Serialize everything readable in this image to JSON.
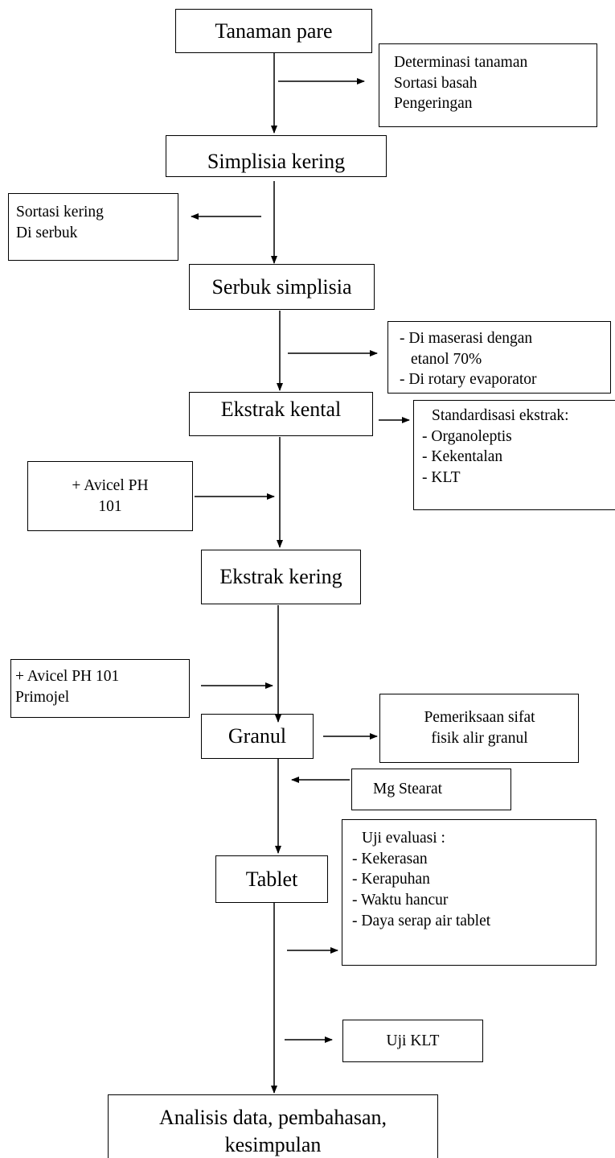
{
  "diagram": {
    "main_steps": {
      "tanaman_pare": "Tanaman pare",
      "simplisia_kering": "Simplisia kering",
      "serbuk_simplisia": "Serbuk simplisia",
      "ekstrak_kental": "Ekstrak kental",
      "ekstrak_kering": "Ekstrak kering",
      "granul": "Granul",
      "tablet": "Tablet",
      "analisis": [
        "Analisis data, pembahasan,",
        "kesimpulan"
      ]
    },
    "side_notes": {
      "determinasi": [
        "Determinasi tanaman",
        "Sortasi basah",
        "Pengeringan"
      ],
      "sortasi_kering": [
        "Sortasi kering",
        "Di serbuk"
      ],
      "maserasi": [
        "- Di maserasi dengan",
        "etanol 70%",
        "- Di rotary evaporator"
      ],
      "standardisasi": {
        "title": "Standardisasi ekstrak:",
        "items": [
          "- Organoleptis",
          "- Kekentalan",
          "- KLT"
        ]
      },
      "avicel_1": [
        "+ Avicel PH",
        "101"
      ],
      "avicel_2": [
        "+ Avicel PH 101",
        "Primojel"
      ],
      "pemeriksaan": [
        "Pemeriksaan sifat",
        "fisik alir granul"
      ],
      "mg_stearat": "Mg Stearat",
      "uji_evaluasi": {
        "title": "Uji evaluasi :",
        "items": [
          "- Kekerasan",
          "- Kerapuhan",
          "- Waktu hancur",
          "- Daya serap air tablet"
        ]
      },
      "uji_klt": "Uji KLT"
    }
  }
}
